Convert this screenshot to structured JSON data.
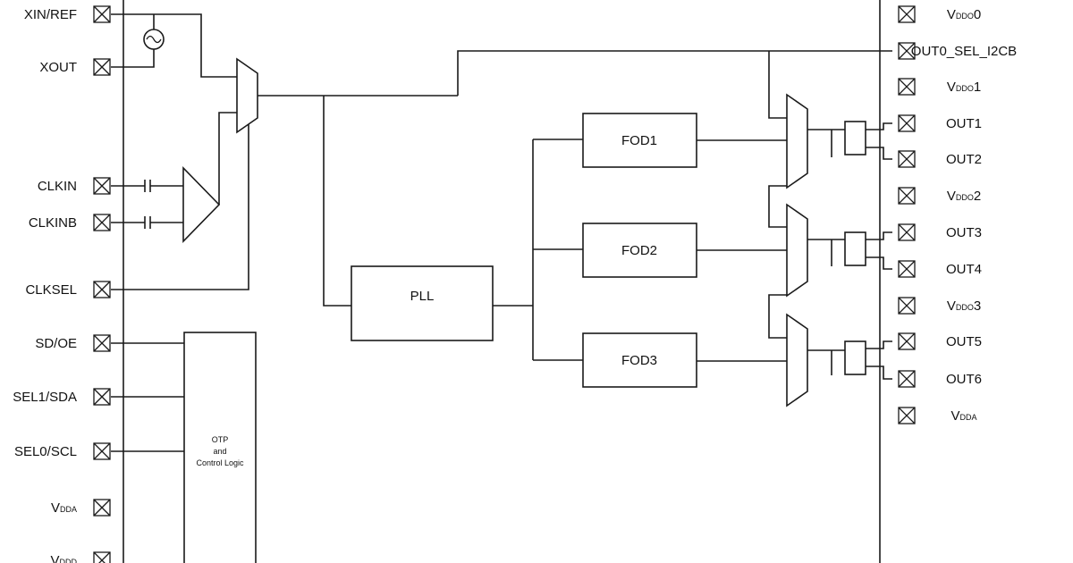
{
  "left_pins": [
    {
      "id": "xin",
      "label": "XIN/REF"
    },
    {
      "id": "xout",
      "label": "XOUT"
    },
    {
      "id": "clkin",
      "label": "CLKIN"
    },
    {
      "id": "clkinb",
      "label": "CLKINB"
    },
    {
      "id": "clksel",
      "label": "CLKSEL"
    },
    {
      "id": "sdoe",
      "label": "SD/OE"
    },
    {
      "id": "sel1",
      "label": "SEL1/SDA"
    },
    {
      "id": "sel0",
      "label": "SEL0/SCL"
    },
    {
      "id": "vdda",
      "label": "V",
      "sub": "DDA",
      "post": ""
    },
    {
      "id": "vddd",
      "label": "V",
      "sub": "DDD",
      "post": ""
    }
  ],
  "right_pins": [
    {
      "id": "vddo0",
      "label": "V",
      "sub": "DDO",
      "post": "0"
    },
    {
      "id": "out0",
      "label": "OUT0_SEL_I2CB",
      "sub": "",
      "post": ""
    },
    {
      "id": "vddo1",
      "label": "V",
      "sub": "DDO",
      "post": "1"
    },
    {
      "id": "out1",
      "label": "OUT1",
      "sub": "",
      "post": ""
    },
    {
      "id": "out2",
      "label": "OUT2",
      "sub": "",
      "post": ""
    },
    {
      "id": "vddo2",
      "label": "V",
      "sub": "DDO",
      "post": "2"
    },
    {
      "id": "out3",
      "label": "OUT3",
      "sub": "",
      "post": ""
    },
    {
      "id": "out4",
      "label": "OUT4",
      "sub": "",
      "post": ""
    },
    {
      "id": "vddo3",
      "label": "V",
      "sub": "DDO",
      "post": "3"
    },
    {
      "id": "out5",
      "label": "OUT5",
      "sub": "",
      "post": ""
    },
    {
      "id": "out6",
      "label": "OUT6",
      "sub": "",
      "post": ""
    },
    {
      "id": "vdda_r",
      "label": "V",
      "sub": "DDA",
      "post": ""
    }
  ],
  "blocks": {
    "pll": "PLL",
    "fod1": "FOD1",
    "fod2": "FOD2",
    "fod3": "FOD3",
    "otp_line1": "OTP",
    "otp_line2": "and",
    "otp_line3": "Control Logic"
  }
}
